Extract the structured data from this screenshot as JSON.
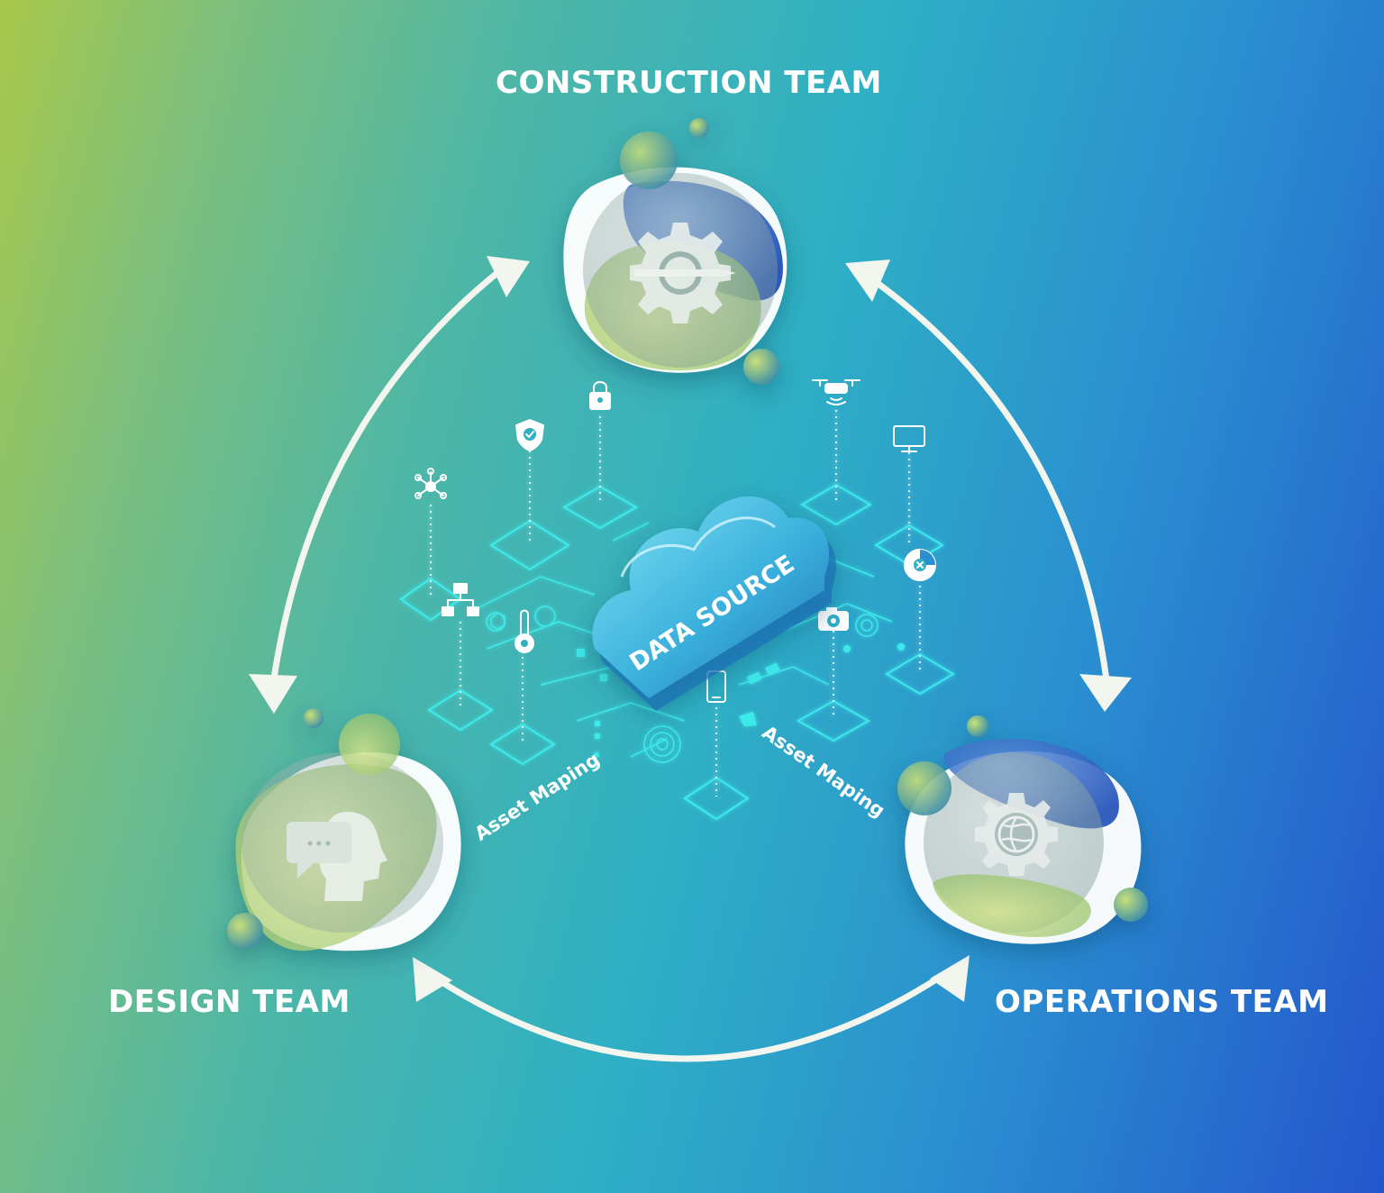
{
  "labels": {
    "construction": "CONSTRUCTION TEAM",
    "design": "DESIGN TEAM",
    "operations": "OPERATIONS TEAM",
    "data_source": "DATA SOURCE",
    "asset_left": "Asset Maping",
    "asset_right": "Asset Maping"
  },
  "icons": {
    "construction": "gear-pencil-icon",
    "design": "head-chat-icon",
    "operations": "gear-globe-icon",
    "center": "cloud-icon",
    "satellites": [
      "network-hub-icon",
      "shield-check-icon",
      "padlock-icon",
      "drone-icon",
      "monitor-icon",
      "org-chart-icon",
      "thermometer-icon",
      "smartphone-icon",
      "camera-icon",
      "pie-chart-icon"
    ]
  },
  "colors": {
    "accent_cyan": "#3ff0f0",
    "arrow": "#f2f6ee",
    "gradient_start": "#a8c84a",
    "gradient_end": "#2456cc"
  }
}
